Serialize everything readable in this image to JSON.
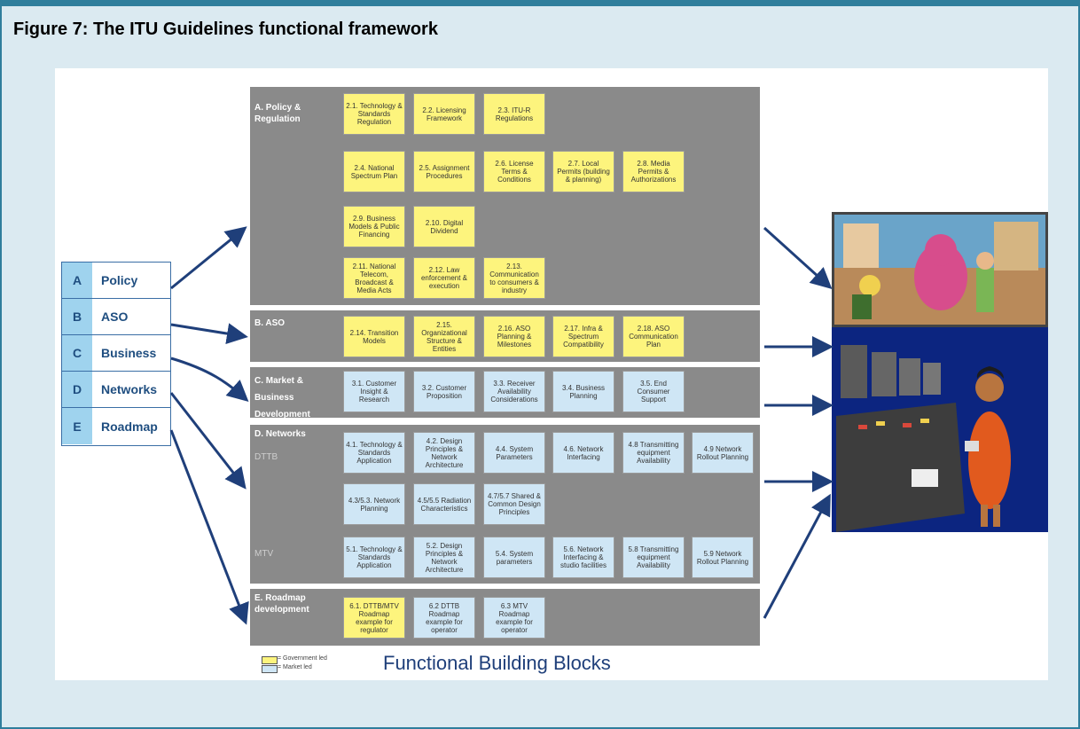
{
  "caption": "Figure 7: The ITU Guidelines functional framework",
  "footer_title": "Functional Building Blocks",
  "legend": {
    "government": "= Government led",
    "market": "= Market led"
  },
  "nav": [
    {
      "letter": "A",
      "label": "Policy"
    },
    {
      "letter": "B",
      "label": "ASO"
    },
    {
      "letter": "C",
      "label": "Business"
    },
    {
      "letter": "D",
      "label": "Networks"
    },
    {
      "letter": "E",
      "label": "Roadmap"
    }
  ],
  "bands": {
    "A": {
      "label": "A. Policy &\nRegulation"
    },
    "B": {
      "label": "B. ASO"
    },
    "C": {
      "label": "C. Market &\nBusiness\nDevelopment"
    },
    "D": {
      "label": "D. Networks",
      "sub1": "DTTB",
      "sub2": "MTV"
    },
    "E": {
      "label": "E. Roadmap\ndevelopment"
    }
  },
  "blocks": {
    "b211": "2.1. Technology & Standards Regulation",
    "b22": "2.2. Licensing Framework",
    "b23": "2.3. ITU-R Regulations",
    "b24": "2.4. National Spectrum Plan",
    "b25": "2.5. Assignment Procedures",
    "b26": "2.6. License Terms & Conditions",
    "b27": "2.7. Local Permits (building & planning)",
    "b28": "2.8. Media Permits & Authorizations",
    "b29": "2.9. Business Models & Public Financing",
    "b210": "2.10. Digital Dividend",
    "b211n": "2.11. National Telecom, Broadcast & Media Acts",
    "b212": "2.12. Law enforcement & execution",
    "b213": "2.13. Communication to consumers & industry",
    "b214": "2.14. Transition Models",
    "b215": "2.15. Organizational Structure & Entities",
    "b216": "2.16. ASO Planning & Milestones",
    "b217": "2.17. Infra & Spectrum Compatibility",
    "b218": "2.18. ASO Communication Plan",
    "b31": "3.1. Customer Insight & Research",
    "b32": "3.2. Customer Proposition",
    "b33": "3.3. Receiver Availability Considerations",
    "b34": "3.4. Business Planning",
    "b35": "3.5. End Consumer Support",
    "b41": "4.1. Technology & Standards Application",
    "b42": "4.2. Design Principles & Network Architecture",
    "b44": "4.4. System Parameters",
    "b46": "4.6. Network Interfacing",
    "b48": "4.8 Transmitting equipment Availability",
    "b49": "4.9 Network Rollout Planning",
    "b43": "4.3/5.3. Network Planning",
    "b45": "4.5/5.5 Radiation Characteristics",
    "b47": "4.7/5.7 Shared & Common Design Principles",
    "b51": "5.1. Technology & Standards Application",
    "b52": "5.2. Design Principles & Network Architecture",
    "b54": "5.4. System parameters",
    "b56": "5.6. Network Interfacing & studio facilities",
    "b58": "5.8 Transmitting equipment Availability",
    "b59": "5.9 Network Rollout Planning",
    "b61": "6.1. DTTB/MTV Roadmap example for regulator",
    "b62": "6.2 DTTB Roadmap example for operator",
    "b63": "6.3 MTV Roadmap example for operator"
  },
  "colors": {
    "government": "#fdf47d",
    "market": "#cfe6f5",
    "band": "#8a8a8a",
    "arrow": "#1f3f7a",
    "frame": "#2f7e9c"
  }
}
